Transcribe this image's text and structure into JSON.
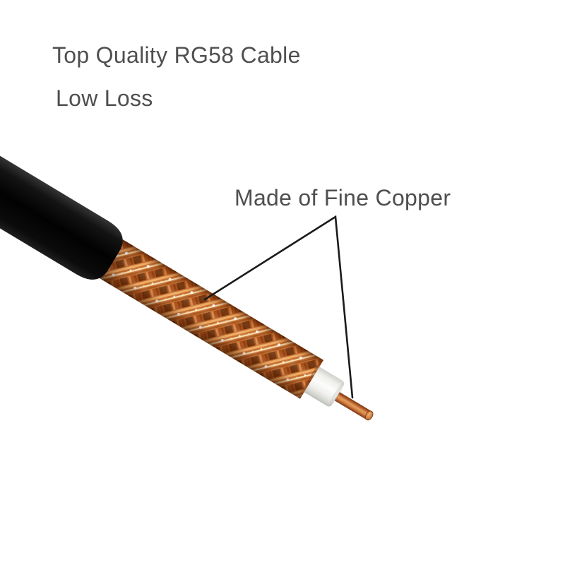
{
  "annotations": {
    "title": "Top Quality RG58 Cable",
    "subtitle": "Low Loss",
    "copper_label": "Made of Fine Copper"
  },
  "cable": {
    "visible_parts": [
      "black-outer-jacket",
      "copper-braid-shield",
      "white-dielectric-insulation",
      "copper-center-conductor"
    ]
  },
  "colors": {
    "background": "#ffffff",
    "text": "#4f4f4f",
    "pointer-line": "#1b1b1b",
    "jacket-black": "#0a0a0a",
    "braid-copper": "#c4682a",
    "braid-copper-dark": "#8a3c12",
    "braid-copper-light": "#eeaa60",
    "dielectric-white": "#f1f1ee",
    "conductor-copper": "#d08040"
  }
}
